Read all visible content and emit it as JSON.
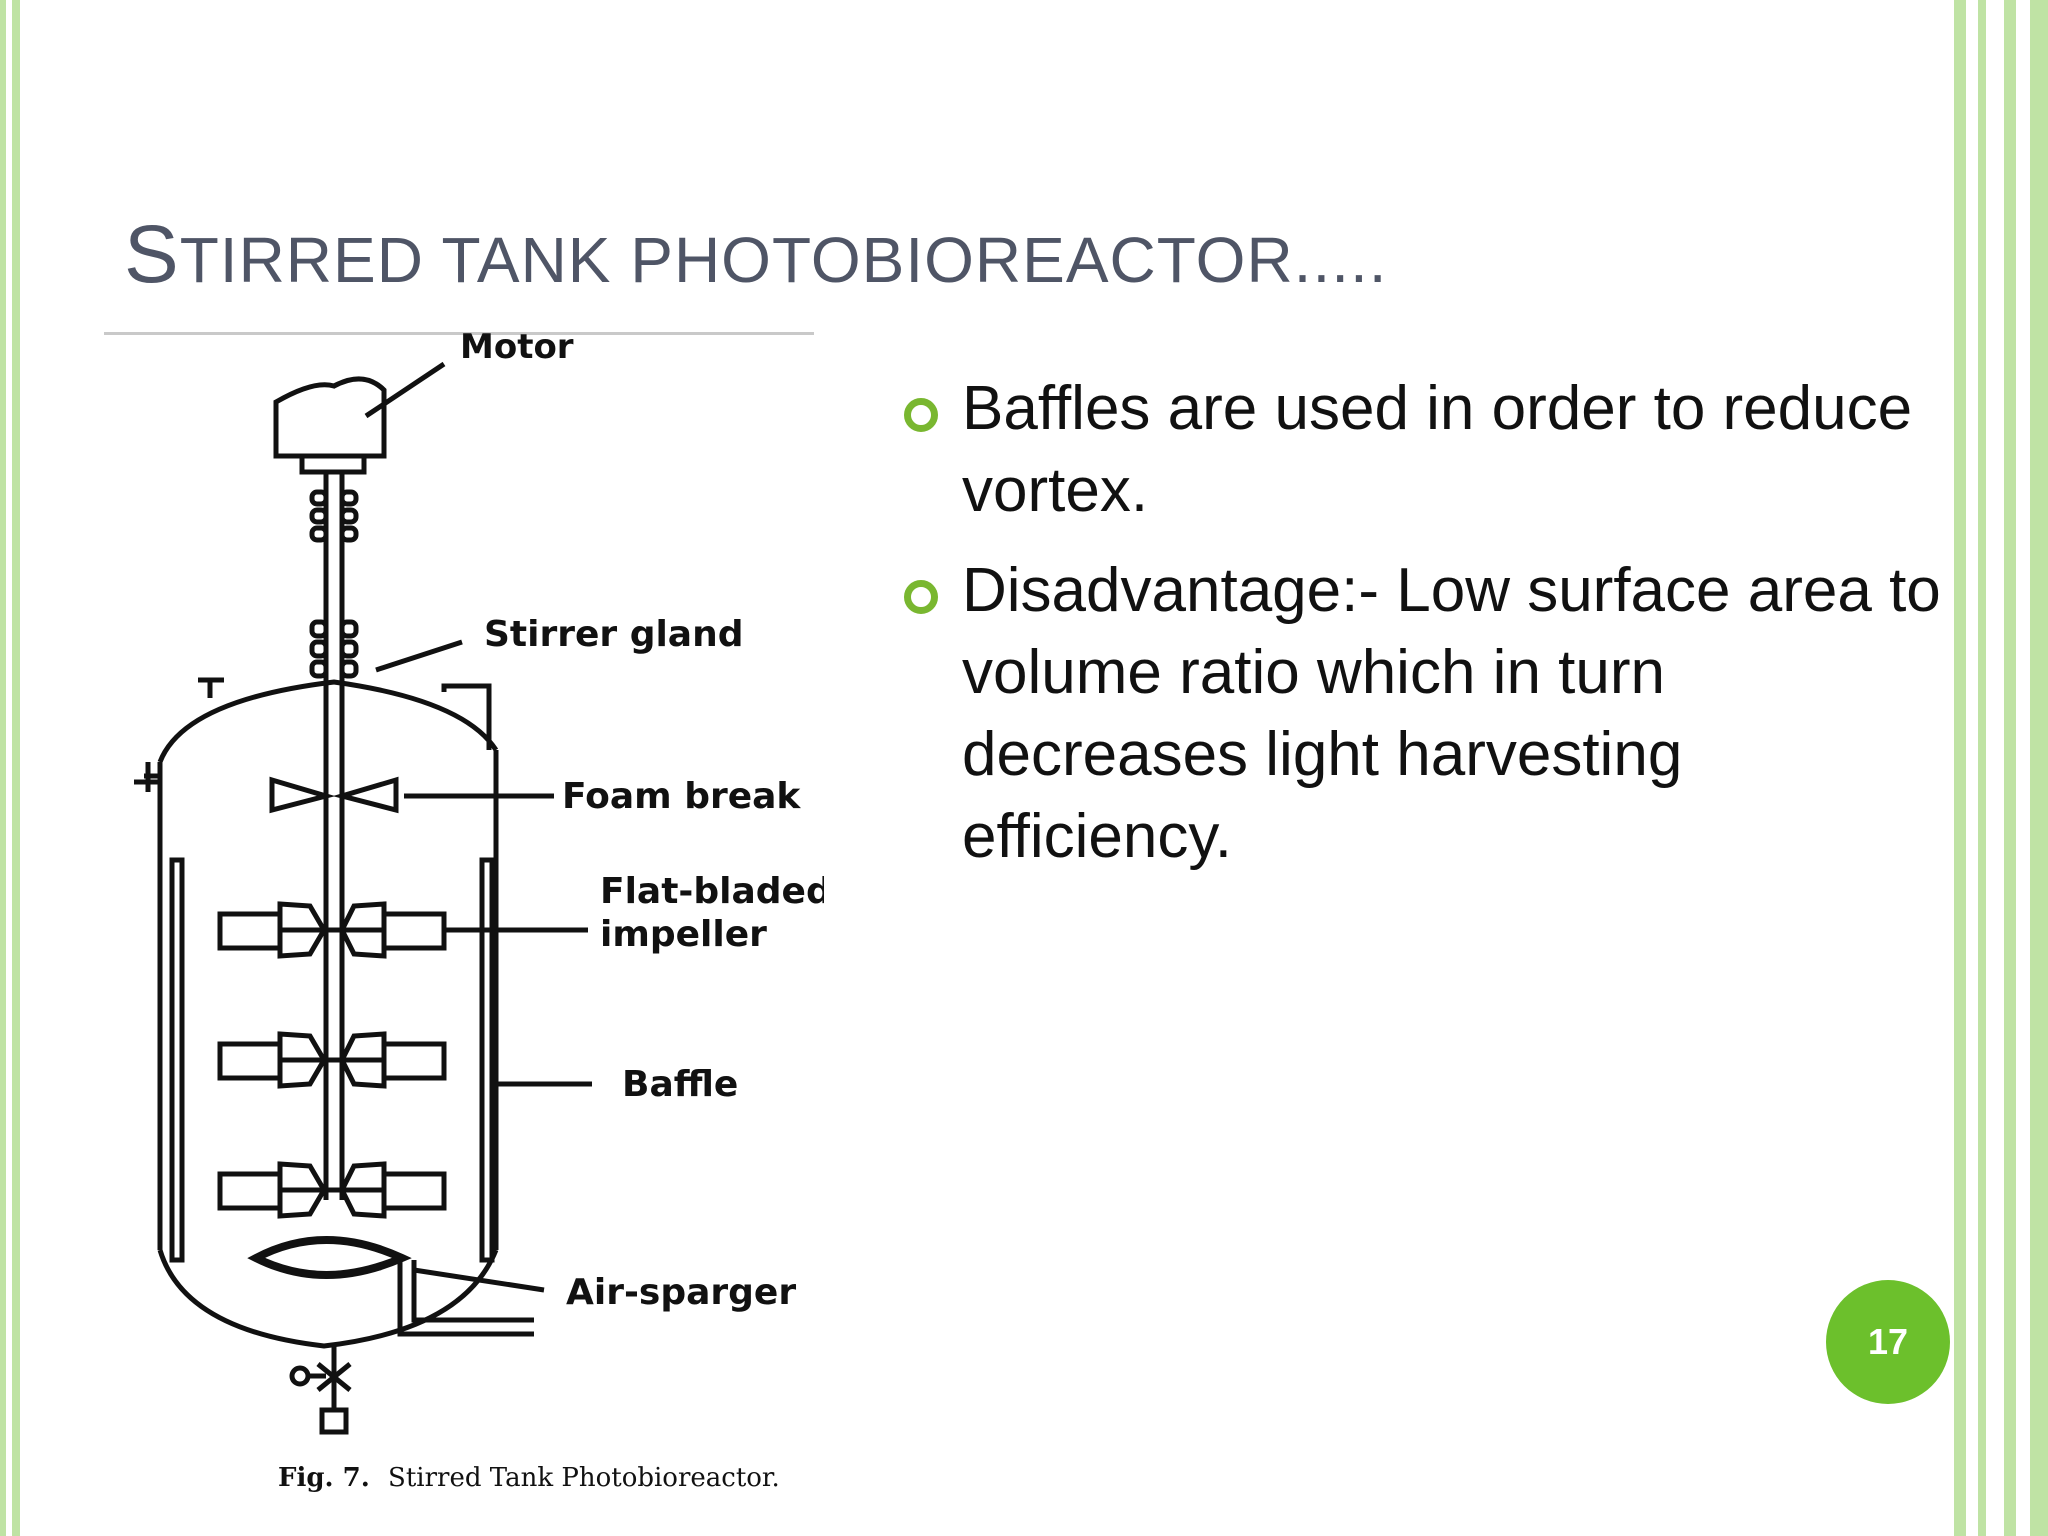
{
  "slide": {
    "title_first": "S",
    "title_rest": "TIRRED TANK PHOTOBIOREACTOR.....",
    "page_number": "17",
    "accent_color": "#79b730",
    "badge_color": "#6cc02c",
    "stripe_color": "#bfe3a4"
  },
  "bullets": [
    {
      "text": "Baffles are used in order to reduce vortex."
    },
    {
      "text": "Disadvantage:- Low surface area to volume ratio which in turn decreases light harvesting efficiency."
    }
  ],
  "diagram": {
    "labels": {
      "motor": "Motor",
      "stirrer_gland": "Stirrer gland",
      "foam_breaker": "Foam break",
      "impeller_line1": "Flat-bladed",
      "impeller_line2": "impeller",
      "baffle": "Baffle",
      "air_sparger": "Air-sparger"
    },
    "caption_prefix": "Fig. 7.",
    "caption_text": "Stirred Tank Photobioreactor."
  }
}
